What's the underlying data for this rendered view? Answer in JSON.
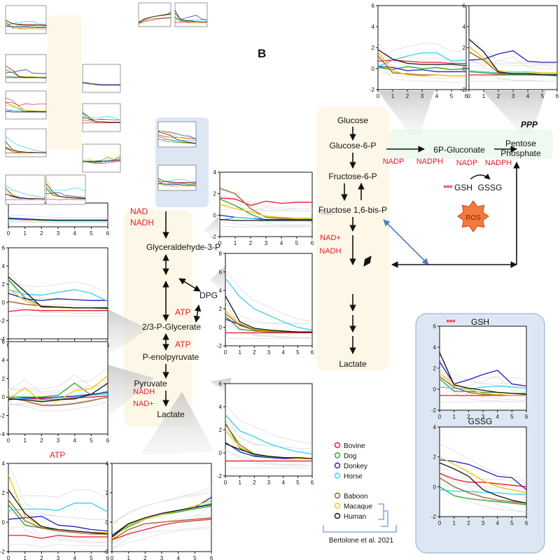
{
  "labels": {
    "panel_b": "B",
    "glucose": "Glucose",
    "glucose6p": "Glucose-6-P",
    "nadp": "NADP",
    "nadph": "NADPH",
    "gluconate": "6P-Gluconate",
    "ppp": "PPP",
    "pentose1": "Pentose",
    "pentose2": "Phosphate",
    "fructose6p": "Fructose-6-P",
    "fructose16": "Fructose 1,6-bis-P",
    "nad_plus": "NAD+",
    "nadh": "NADH",
    "lactate": "Lactate",
    "nadp2": "NADP",
    "nadph2": "NADPH",
    "gsh_stars": "***",
    "gsh": "GSH",
    "gssg": "GSSG",
    "ros": "ROS",
    "inset_gsh_title": "GSH",
    "inset_gsh_stars": "***",
    "inset_gssg_title": "GSSG",
    "left_nad": "NAD",
    "left_nadh": "NADH",
    "gap": "Glyceraldehyde-3-P",
    "dpg": "DPG",
    "atp1": "ATP",
    "glycerate": "2/3-P-Glycerate",
    "atp2": "ATP",
    "pep": "P-enolpyruvate",
    "pyruvate": "Pyruvate",
    "nadh2": "NADH",
    "nad2": "NAD+",
    "lactate2": "Lactate",
    "atp_title": "ATP",
    "citation": "Bertolone et al. 2021"
  },
  "legend": {
    "species": [
      {
        "name": "Bovine",
        "color": "#e8192c"
      },
      {
        "name": "Dog",
        "color": "#2ca02c"
      },
      {
        "name": "Donkey",
        "color": "#1f1fbf"
      },
      {
        "name": "Horse",
        "color": "#35d0f0"
      },
      {
        "name": "Baboon",
        "color": "#9c5a1e"
      },
      {
        "name": "Macaque",
        "color": "#f2c500"
      },
      {
        "name": "Human",
        "color": "#111111"
      }
    ]
  },
  "colors": {
    "cofactor_red": "#e8192c",
    "glycolysis_bg": "#fdf7e7",
    "ppp_bg": "#eef9ef",
    "inset_bg": "#dde7f3",
    "arrow_blue": "#4a7fc4",
    "ros_fill": "#f47a3c"
  },
  "chart_data": [
    {
      "type": "line",
      "id": "ppp1",
      "x": [
        0,
        1,
        2,
        3,
        4,
        5,
        6
      ],
      "ylim": [
        -2,
        6
      ],
      "series": [
        {
          "values": [
            0.7,
            0.8,
            0.7,
            0.6,
            0.6,
            0.5,
            0.5
          ]
        },
        {
          "values": [
            0.1,
            -0.1,
            0.2,
            0.0,
            0.1,
            -0.1,
            0.0
          ]
        },
        {
          "values": [
            0.2,
            0.1,
            -0.2,
            -0.1,
            -0.3,
            -0.3,
            -0.3
          ]
        },
        {
          "values": [
            0.2,
            0.8,
            1.2,
            1.5,
            1.5,
            0.7,
            0.8
          ]
        },
        {
          "values": [
            1.2,
            -0.4,
            -0.5,
            -0.6,
            -0.6,
            -0.7,
            -0.7
          ]
        },
        {
          "values": [
            1.6,
            -0.2,
            -0.6,
            -0.7,
            -0.6,
            -0.7,
            -0.7
          ]
        },
        {
          "values": [
            1.8,
            0.9,
            0.5,
            0.4,
            0.4,
            0.4,
            0.3
          ]
        }
      ]
    },
    {
      "type": "line",
      "id": "ppp2",
      "x": [
        0,
        1,
        2,
        3,
        4,
        5,
        6
      ],
      "ylim": [
        -2,
        6
      ],
      "series": [
        {
          "values": [
            -0.6,
            -0.6,
            -0.6,
            -0.6,
            -0.6,
            -0.6,
            -0.6
          ]
        },
        {
          "values": [
            -0.3,
            -0.4,
            -0.5,
            -0.6,
            -0.6,
            -0.6,
            -0.7
          ]
        },
        {
          "values": [
            0.8,
            0.9,
            1.4,
            1.7,
            0.7,
            0.6,
            0.6
          ]
        },
        {
          "values": [
            -0.2,
            -0.3,
            -0.4,
            -0.4,
            -0.4,
            -0.5,
            -0.5
          ]
        },
        {
          "values": [
            1.6,
            0.8,
            -0.4,
            -0.5,
            -0.5,
            -0.6,
            -0.6
          ]
        },
        {
          "values": [
            2.1,
            1.0,
            -0.2,
            -0.3,
            -0.3,
            -0.4,
            -0.4
          ]
        },
        {
          "values": [
            2.8,
            1.6,
            -0.3,
            -0.5,
            -0.5,
            -0.6,
            -0.6
          ]
        }
      ]
    },
    {
      "type": "line",
      "id": "fru",
      "x": [
        0,
        1,
        2,
        3,
        4,
        5,
        6
      ],
      "ylim": [
        -2,
        4
      ],
      "series": [
        {
          "values": [
            1.6,
            1.5,
            0.9,
            1.3,
            1.1,
            1.2,
            1.2
          ]
        },
        {
          "values": [
            1.5,
            0.9,
            0.1,
            -0.5,
            -0.5,
            -0.5,
            -0.5
          ]
        },
        {
          "values": [
            0.0,
            -0.2,
            -0.3,
            -0.4,
            -0.4,
            -0.4,
            -0.4
          ]
        },
        {
          "values": [
            -0.5,
            -0.2,
            -0.3,
            -0.5,
            -0.5,
            -0.5,
            -0.5
          ]
        },
        {
          "values": [
            2.5,
            2.0,
            0.6,
            -0.2,
            -0.3,
            -0.3,
            -0.3
          ]
        },
        {
          "values": [
            1.0,
            0.6,
            0.3,
            -0.1,
            -0.2,
            -0.3,
            -0.3
          ]
        },
        {
          "values": [
            -0.4,
            -0.5,
            -0.5,
            -0.5,
            -0.5,
            -0.5,
            -0.5
          ]
        }
      ]
    },
    {
      "type": "line",
      "id": "dpg",
      "x": [
        0,
        1,
        2,
        3,
        4,
        5,
        6
      ],
      "ylim": [
        -2,
        8
      ],
      "series": [
        {
          "values": [
            -0.6,
            -0.6,
            -0.6,
            -0.6,
            -0.6,
            -0.6,
            -0.6
          ]
        },
        {
          "values": [
            1.2,
            -0.2,
            -0.4,
            -0.5,
            -0.5,
            -0.5,
            -0.5
          ]
        },
        {
          "values": [
            0.9,
            0.3,
            -0.2,
            -0.4,
            -0.5,
            -0.5,
            -0.5
          ]
        },
        {
          "values": [
            5.3,
            3.3,
            2.0,
            1.3,
            0.6,
            0.0,
            -0.3
          ]
        },
        {
          "values": [
            1.5,
            0.2,
            -0.3,
            -0.4,
            -0.5,
            -0.5,
            -0.5
          ]
        },
        {
          "values": [
            1.8,
            0.4,
            -0.2,
            -0.4,
            -0.4,
            -0.5,
            -0.5
          ]
        },
        {
          "values": [
            3.4,
            0.6,
            -0.1,
            -0.3,
            -0.4,
            -0.5,
            -0.5
          ]
        }
      ]
    },
    {
      "type": "line",
      "id": "pep",
      "x": [
        0,
        1,
        2,
        3,
        4,
        5,
        6
      ],
      "ylim": [
        -2,
        6
      ],
      "series": [
        {
          "values": [
            -0.7,
            -0.7,
            -0.7,
            -0.7,
            -0.7,
            -0.7,
            -0.7
          ]
        },
        {
          "values": [
            2.6,
            0.4,
            -0.2,
            -0.3,
            -0.4,
            -0.5,
            -0.5
          ]
        },
        {
          "values": [
            0.9,
            0.1,
            -0.3,
            -0.4,
            -0.5,
            -0.5,
            -0.5
          ]
        },
        {
          "values": [
            3.3,
            1.9,
            1.4,
            0.8,
            0.4,
            0.1,
            -0.1
          ]
        },
        {
          "values": [
            2.5,
            0.7,
            -0.1,
            -0.3,
            -0.4,
            -0.5,
            -0.5
          ]
        },
        {
          "values": [
            2.0,
            0.5,
            -0.1,
            -0.3,
            -0.4,
            -0.5,
            -0.5
          ]
        },
        {
          "values": [
            0.8,
            0.3,
            -0.1,
            -0.3,
            -0.4,
            -0.4,
            -0.5
          ]
        }
      ]
    },
    {
      "type": "line",
      "id": "top_left_partial",
      "x": [
        0,
        1,
        2,
        3,
        4,
        5,
        6
      ],
      "ylim": [
        -2,
        4
      ],
      "series": [
        {
          "values": [
            0.0,
            -0.2,
            -0.3,
            -0.4,
            -0.4,
            -0.4,
            -0.4
          ]
        },
        {
          "values": [
            0.1,
            -0.1,
            -0.4,
            -0.5,
            -0.5,
            -0.5,
            -0.5
          ]
        },
        {
          "values": [
            0.2,
            0.0,
            -0.2,
            -0.3,
            -0.3,
            -0.3,
            -0.3
          ]
        }
      ]
    },
    {
      "type": "line",
      "id": "gap",
      "x": [
        0,
        1,
        2,
        3,
        4,
        5,
        6
      ],
      "ylim": [
        -4,
        6
      ],
      "series": [
        {
          "values": [
            -1.0,
            -0.8,
            -0.9,
            -0.9,
            -0.9,
            -0.9,
            -0.9
          ]
        },
        {
          "values": [
            2.5,
            0.5,
            -0.4,
            -0.5,
            -0.6,
            -0.6,
            -0.7
          ]
        },
        {
          "values": [
            1.0,
            0.4,
            0.2,
            0.4,
            0.3,
            0.2,
            0.2
          ]
        },
        {
          "values": [
            1.4,
            0.9,
            0.8,
            1.1,
            1.4,
            1.0,
            0.1
          ]
        },
        {
          "values": [
            0.1,
            -0.2,
            -0.4,
            -0.5,
            -0.6,
            -0.6,
            -0.6
          ]
        },
        {
          "values": [
            1.5,
            0.2,
            -0.5,
            -0.6,
            -0.6,
            -0.6,
            -0.6
          ]
        },
        {
          "values": [
            2.8,
            1.2,
            -0.5,
            -0.5,
            -0.6,
            -0.6,
            -0.6
          ]
        }
      ]
    },
    {
      "type": "line",
      "id": "pyruvate",
      "x": [
        0,
        1,
        2,
        3,
        4,
        5,
        6
      ],
      "ylim": [
        -4,
        6
      ],
      "series": [
        {
          "values": [
            -0.2,
            -0.1,
            -0.2,
            -0.2,
            -0.1,
            0.0,
            0.1
          ]
        },
        {
          "values": [
            0.0,
            0.0,
            0.0,
            0.2,
            1.5,
            0.2,
            0.6
          ]
        },
        {
          "values": [
            -0.3,
            -0.1,
            -0.1,
            0.0,
            0.1,
            0.3,
            0.5
          ]
        },
        {
          "values": [
            -0.1,
            -0.2,
            -0.3,
            -0.2,
            0.0,
            0.2,
            0.3
          ]
        },
        {
          "values": [
            -0.1,
            -0.4,
            -0.9,
            -0.9,
            -0.7,
            -0.4,
            0.0
          ]
        },
        {
          "values": [
            -0.2,
            1.0,
            -0.5,
            -0.4,
            0.7,
            0.9,
            2.3
          ]
        },
        {
          "values": [
            -0.2,
            -0.3,
            -0.5,
            -0.3,
            -0.2,
            0.3,
            1.5
          ]
        }
      ]
    },
    {
      "type": "line",
      "id": "atp",
      "x": [
        0,
        1,
        2,
        3,
        4,
        5,
        6
      ],
      "ylim": [
        -2,
        4
      ],
      "series": [
        {
          "values": [
            -0.9,
            -0.9,
            -1.1,
            -0.9,
            -1.0,
            -1.0,
            -1.0
          ]
        },
        {
          "values": [
            1.2,
            -0.2,
            -0.4,
            -0.5,
            -0.6,
            -0.7,
            -0.7
          ]
        },
        {
          "values": [
            0.2,
            0.3,
            0.4,
            -0.2,
            -0.3,
            -0.5,
            -0.6
          ]
        },
        {
          "values": [
            0.8,
            0.9,
            0.9,
            0.8,
            1.3,
            1.3,
            0.7
          ]
        },
        {
          "values": [
            1.5,
            0.1,
            -0.4,
            -0.6,
            -0.7,
            -0.8,
            -0.8
          ]
        },
        {
          "values": [
            3.2,
            0.4,
            -0.3,
            -0.5,
            -0.6,
            -0.7,
            -0.7
          ]
        },
        {
          "values": [
            2.2,
            0.6,
            -0.3,
            -0.5,
            -0.6,
            -0.7,
            -0.8
          ]
        }
      ]
    },
    {
      "type": "line",
      "id": "lactate",
      "x": [
        0,
        1,
        2,
        3,
        4,
        5,
        6
      ],
      "ylim": [
        -2,
        4
      ],
      "series": [
        {
          "values": [
            -1.2,
            -0.8,
            -0.5,
            -0.2,
            0.0,
            0.1,
            0.2
          ]
        },
        {
          "values": [
            -1.0,
            -0.3,
            0.2,
            0.5,
            0.7,
            0.9,
            1.1
          ]
        },
        {
          "values": [
            -0.9,
            -0.1,
            0.3,
            0.6,
            0.8,
            1.0,
            1.7
          ]
        },
        {
          "values": [
            -1.0,
            -0.2,
            0.2,
            0.5,
            0.8,
            1.0,
            1.3
          ]
        },
        {
          "values": [
            -1.2,
            -0.5,
            -0.1,
            0.0,
            0.1,
            0.2,
            0.3
          ]
        },
        {
          "values": [
            -1.1,
            -0.2,
            0.2,
            0.5,
            0.8,
            1.1,
            1.5
          ]
        },
        {
          "values": [
            -1.0,
            -0.1,
            0.3,
            0.6,
            0.8,
            1.0,
            1.2
          ]
        }
      ]
    },
    {
      "type": "line",
      "id": "gsh",
      "x": [
        0,
        1,
        2,
        3,
        4,
        5,
        6
      ],
      "ylim": [
        -2,
        6
      ],
      "series": [
        {
          "values": [
            -0.6,
            -0.6,
            -0.6,
            -0.6,
            -0.6,
            -0.6,
            -0.6
          ]
        },
        {
          "values": [
            1.0,
            -0.2,
            -0.2,
            -0.3,
            -0.3,
            -0.4,
            -0.4
          ]
        },
        {
          "values": [
            2.6,
            0.5,
            0.9,
            1.4,
            1.8,
            0.5,
            0.3
          ]
        },
        {
          "values": [
            0.2,
            0.1,
            0.0,
            0.2,
            0.3,
            0.2,
            0.1
          ]
        },
        {
          "values": [
            1.2,
            0.2,
            -0.3,
            -0.5,
            -0.5,
            -0.6,
            -0.6
          ]
        },
        {
          "values": [
            1.5,
            0.5,
            0.0,
            -0.4,
            -0.5,
            -0.6,
            -0.6
          ]
        },
        {
          "values": [
            3.5,
            0.4,
            0.1,
            -0.1,
            -0.3,
            -0.4,
            -0.5
          ]
        }
      ]
    },
    {
      "type": "line",
      "id": "gssg",
      "x": [
        0,
        1,
        2,
        3,
        4,
        5,
        6
      ],
      "ylim": [
        -2,
        4
      ],
      "series": [
        {
          "values": [
            0.9,
            0.5,
            0.3,
            0.3,
            0.2,
            0.1,
            0.0
          ]
        },
        {
          "values": [
            0.0,
            -0.6,
            -0.8,
            -0.9,
            -1.0,
            -1.1,
            -1.2
          ]
        },
        {
          "values": [
            1.8,
            1.7,
            1.5,
            1.1,
            0.7,
            0.6,
            -0.2
          ]
        },
        {
          "values": [
            -0.2,
            -0.3,
            -0.3,
            -0.4,
            -0.4,
            -0.5,
            -0.5
          ]
        },
        {
          "values": [
            0.6,
            0.0,
            -0.4,
            -0.7,
            -0.9,
            -1.0,
            -1.1
          ]
        },
        {
          "values": [
            2.0,
            1.5,
            1.0,
            0.4,
            0.0,
            -0.2,
            -0.4
          ]
        },
        {
          "values": [
            1.6,
            1.2,
            0.7,
            -0.2,
            -0.6,
            -0.9,
            -1.1
          ]
        }
      ]
    }
  ]
}
